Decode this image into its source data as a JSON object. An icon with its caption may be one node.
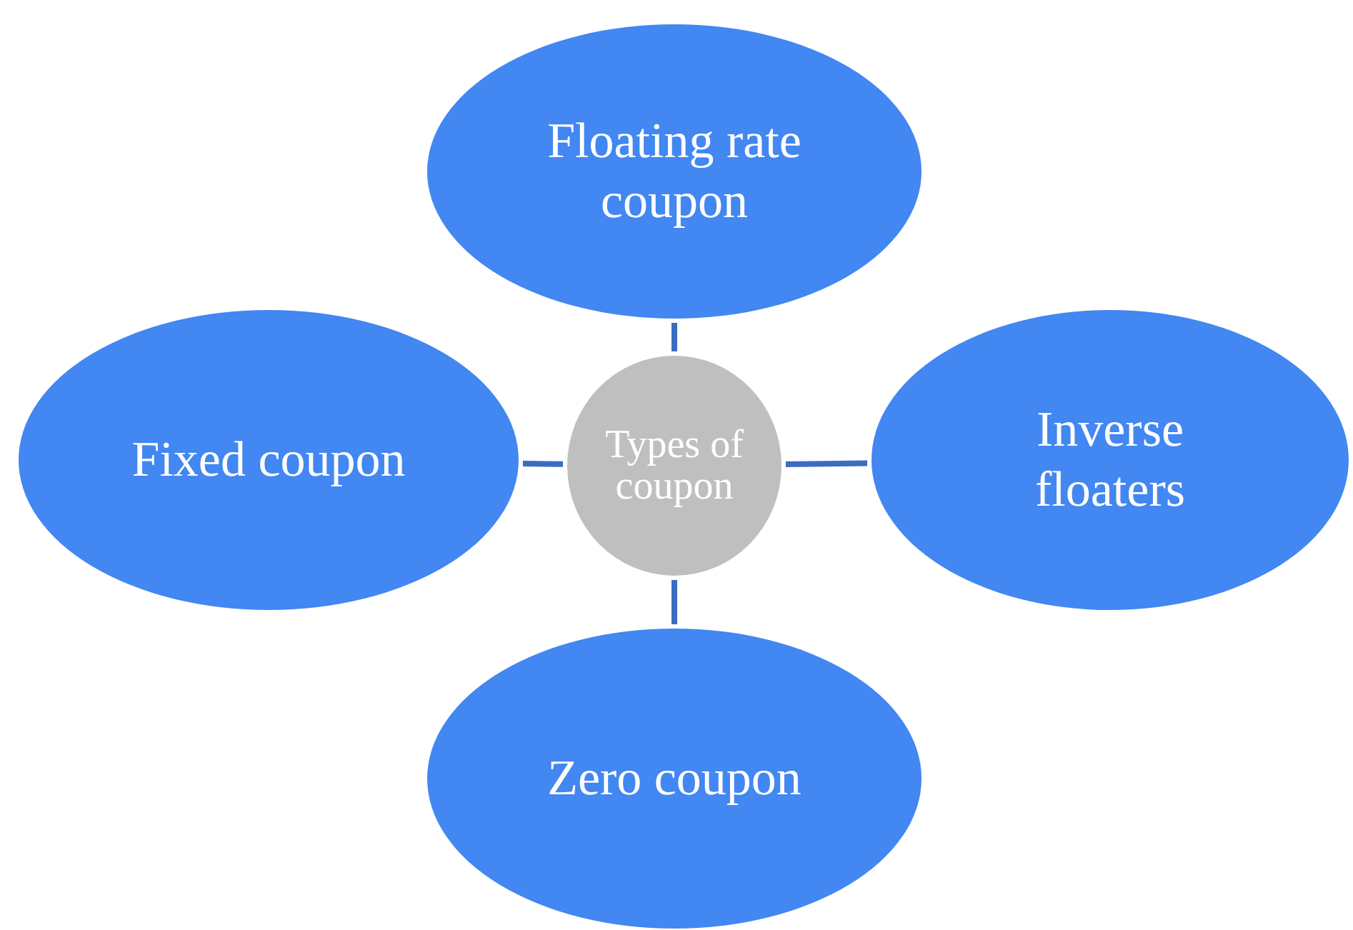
{
  "diagram": {
    "nodes": [
      {
        "text": [
          "Floating rate coupon"
        ]
      },
      {
        "text": [
          "Fixed coupon"
        ]
      },
      {
        "text": [
          "Types of coupon"
        ]
      },
      {
        "text": [
          "Inverse floaters"
        ]
      },
      {
        "text": [
          "Zero coupon"
        ]
      }
    ],
    "edges": [
      {
        "from": 2,
        "to": 0,
        "arrow": "none"
      },
      {
        "from": 2,
        "to": 1,
        "arrow": "none"
      },
      {
        "from": 2,
        "to": 3,
        "arrow": "none"
      },
      {
        "from": 2,
        "to": 4,
        "arrow": "none"
      }
    ]
  }
}
